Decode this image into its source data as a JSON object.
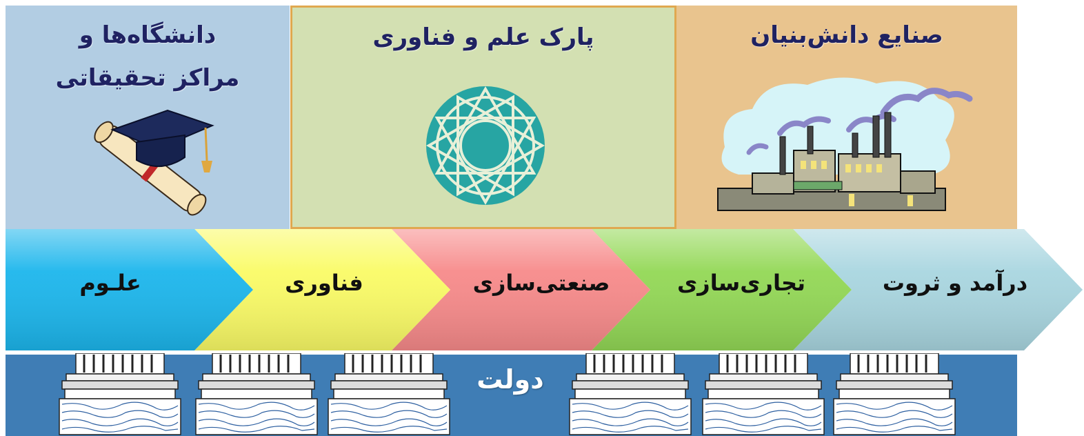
{
  "panels": {
    "universities": {
      "title_line1": "دانشگاه‌ها و",
      "title_line2": "مراکز تحقیقاتی",
      "icon": "graduation-cap-diploma-icon",
      "color": "#b2cde3"
    },
    "science_park": {
      "title": "پارک علم و فناوری",
      "icon": "science-park-logo-icon",
      "color": "#d3e0b2"
    },
    "industries": {
      "title": "صنایع دانش‌بنیان",
      "icon": "factory-icon",
      "color": "#e9c48e"
    }
  },
  "chain": [
    {
      "label": "علـوم",
      "color": "#1cb6ec"
    },
    {
      "label": "فناوری",
      "color": "#fafb66"
    },
    {
      "label": "صنعتی‌سازی",
      "color": "#f78a8a"
    },
    {
      "label": "تجاری‌سازی",
      "color": "#93d856"
    },
    {
      "label": "درآمد و ثروت",
      "color": "#a9d6e0"
    }
  ],
  "government": {
    "label": "دولت",
    "color": "#3f7db5",
    "pillar_icon": "greek-column-icon"
  }
}
